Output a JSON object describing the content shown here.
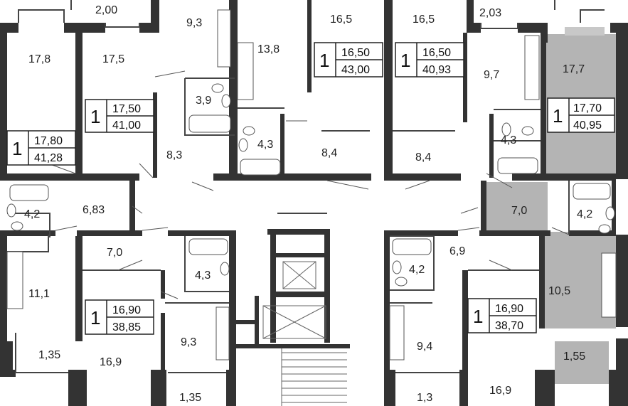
{
  "colors": {
    "wall": "#333333",
    "highlight": "#b4b4b4",
    "highlight_light": "#c8c8c8",
    "background": "#ffffff"
  },
  "rooms": {
    "r_2_00": "2,00",
    "r_9_3_top": "9,3",
    "r_16_5_a": "16,5",
    "r_16_5_b": "16,5",
    "r_2_03": "2,03",
    "r_17_8": "17,8",
    "r_17_5": "17,5",
    "r_13_8": "13,8",
    "r_3_9": "3,9",
    "r_9_7": "9,7",
    "r_17_7": "17,7",
    "r_8_3": "8,3",
    "r_4_3_a": "4,3",
    "r_8_4_a": "8,4",
    "r_8_4_b": "8,4",
    "r_4_3_b": "4,3",
    "r_4_2_left": "4,2",
    "r_6_83": "6,83",
    "r_7_0_right": "7,0",
    "r_4_2_right": "4,2",
    "r_7_0_left": "7,0",
    "r_6_9": "6,9",
    "r_4_3_c": "4,3",
    "r_4_2_mid": "4,2",
    "r_11_1": "11,1",
    "r_10_5": "10,5",
    "r_1_35_left": "1,35",
    "r_9_3_bottom": "9,3",
    "r_9_4": "9,4",
    "r_1_55": "1,55",
    "r_16_9_left": "16,9",
    "r_16_9_right": "16,9",
    "r_1_35_bottom": "1,35",
    "r_1_3": "1,3"
  },
  "badges": {
    "apt_a": {
      "rooms": "1",
      "living": "17,80",
      "total": "41,28"
    },
    "apt_b": {
      "rooms": "1",
      "living": "17,50",
      "total": "41,00"
    },
    "apt_c": {
      "rooms": "1",
      "living": "16,50",
      "total": "43,00"
    },
    "apt_d": {
      "rooms": "1",
      "living": "16,50",
      "total": "40,93"
    },
    "apt_e": {
      "rooms": "1",
      "living": "17,70",
      "total": "40,95"
    },
    "apt_f": {
      "rooms": "1",
      "living": "16,90",
      "total": "38,85"
    },
    "apt_g": {
      "rooms": "1",
      "living": "16,90",
      "total": "38,70"
    }
  }
}
